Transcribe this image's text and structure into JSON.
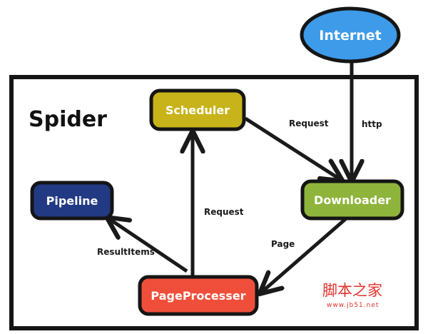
{
  "title": "Spider",
  "nodes": {
    "internet": {
      "label": "Internet",
      "color": "#3d9be9"
    },
    "scheduler": {
      "label": "Scheduler",
      "color": "#c8b31a"
    },
    "downloader": {
      "label": "Downloader",
      "color": "#8eb43c"
    },
    "pipeline": {
      "label": "Pipeline",
      "color": "#223a83"
    },
    "pageprocesser": {
      "label": "PageProcesser",
      "color": "#ef4f3a"
    }
  },
  "edges": {
    "internet_downloader": "http",
    "scheduler_downloader": "Request",
    "processer_scheduler": "Request",
    "downloader_processer": "Page",
    "processer_pipeline": "ResultItems"
  },
  "watermark": {
    "logo": "脚本之家",
    "url": "www.jb51.net"
  }
}
